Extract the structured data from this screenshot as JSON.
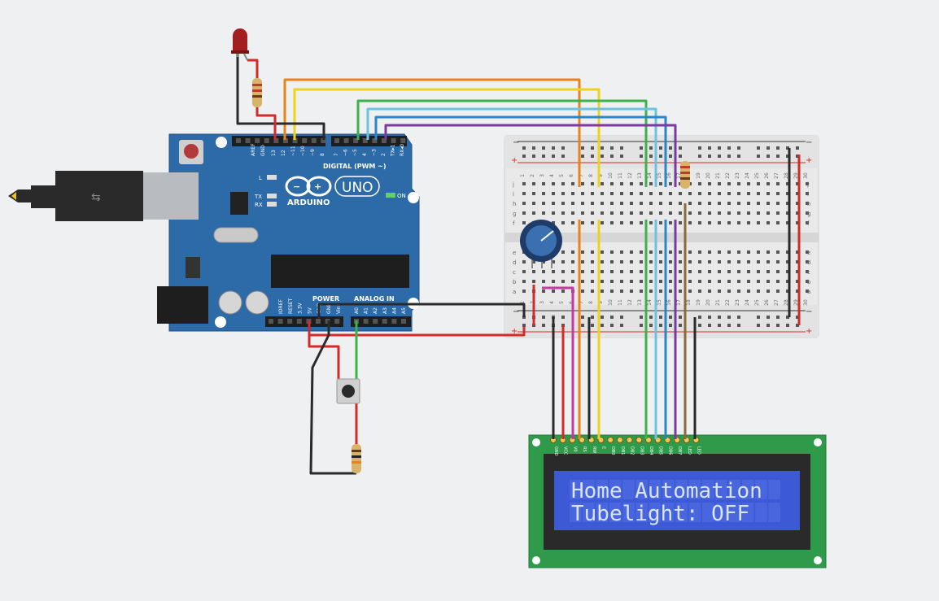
{
  "colors": {
    "background": "#eef0f2",
    "arduino_board": "#2d6aa8",
    "breadboard": "#eeeeee",
    "lcd_pcb": "#2f9a4a",
    "lcd_screen": "#3d5ad6",
    "lcd_text": "#d9e4ff",
    "wire_orange": "#e8821a",
    "wire_yellow": "#f0d21a",
    "wire_green": "#3fb14a",
    "wire_lightblue": "#6cc3e0",
    "wire_blue": "#2a86c9",
    "wire_purple": "#7a3aa0",
    "wire_red": "#d42a2a",
    "wire_black": "#2a2a2a",
    "wire_magenta": "#c53aa0",
    "wire_brown": "#8a6a3a"
  },
  "arduino": {
    "brand": "ARDUINO",
    "model": "UNO",
    "digital_label": "DIGITAL (PWM ~)",
    "power_label": "POWER",
    "analog_label": "ANALOG IN",
    "led_l": "L",
    "led_tx": "TX",
    "led_rx": "RX",
    "on_label": "ON",
    "header_top_pins": [
      "AREF",
      "GND",
      "13",
      "12",
      "~11",
      "~10",
      "~9",
      "8",
      "7",
      "~6",
      "~5",
      "4",
      "~3",
      "2",
      "TX▸1",
      "RX◂0"
    ],
    "header_bottom_pins": [
      "IOREF",
      "RESET",
      "3.3V",
      "5V",
      "GND",
      "GND",
      "Vin",
      "A0",
      "A1",
      "A2",
      "A3",
      "A4",
      "A5"
    ]
  },
  "breadboard": {
    "row_letters_top": [
      "j",
      "i",
      "h",
      "g",
      "f"
    ],
    "row_letters_bottom": [
      "e",
      "d",
      "c",
      "b",
      "a"
    ],
    "column_numbers": [
      "1",
      "2",
      "3",
      "4",
      "5",
      "6",
      "7",
      "8",
      "9",
      "10",
      "11",
      "12",
      "13",
      "14",
      "15",
      "16",
      "17",
      "18",
      "19",
      "20",
      "21",
      "22",
      "23",
      "24",
      "25",
      "26",
      "27",
      "28",
      "29",
      "30"
    ],
    "rail_plus": "+",
    "rail_minus": "−"
  },
  "lcd": {
    "pin_labels": [
      "GND",
      "VCC",
      "V0",
      "RS",
      "RW",
      "E",
      "DB0",
      "DB1",
      "DB2",
      "DB3",
      "DB4",
      "DB5",
      "DB6",
      "DB7",
      "LED",
      "LED"
    ],
    "line1": "Home Automation",
    "line2": "Tubelight: OFF"
  },
  "components": {
    "led": "red-led",
    "potentiometer": "potentiometer",
    "pushbutton": "pushbutton",
    "usb_cable": "usb-cable"
  }
}
